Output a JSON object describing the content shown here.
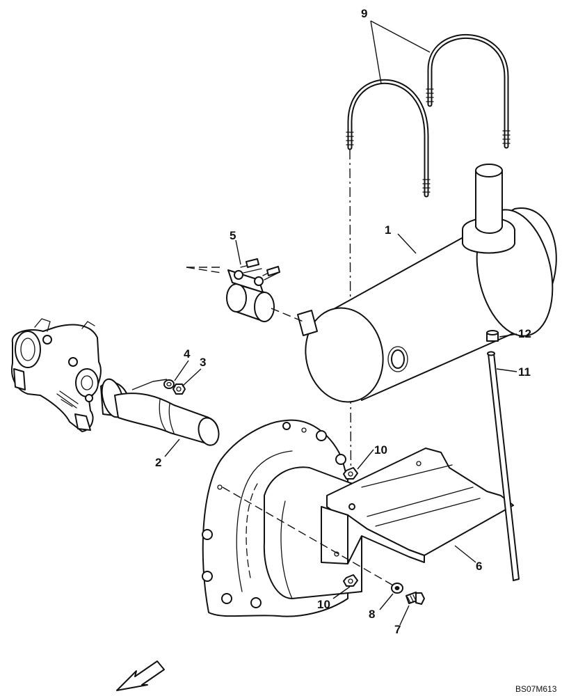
{
  "callouts": {
    "c1": "1",
    "c2": "2",
    "c3": "3",
    "c4": "4",
    "c5": "5",
    "c6": "6",
    "c7": "7",
    "c8": "8",
    "c9": "9",
    "c10a": "10",
    "c10b": "10",
    "c11": "11",
    "c12": "12"
  },
  "drawing_code": "BS07M613",
  "icons": {
    "direction_arrow": "front-direction-arrow-icon"
  }
}
